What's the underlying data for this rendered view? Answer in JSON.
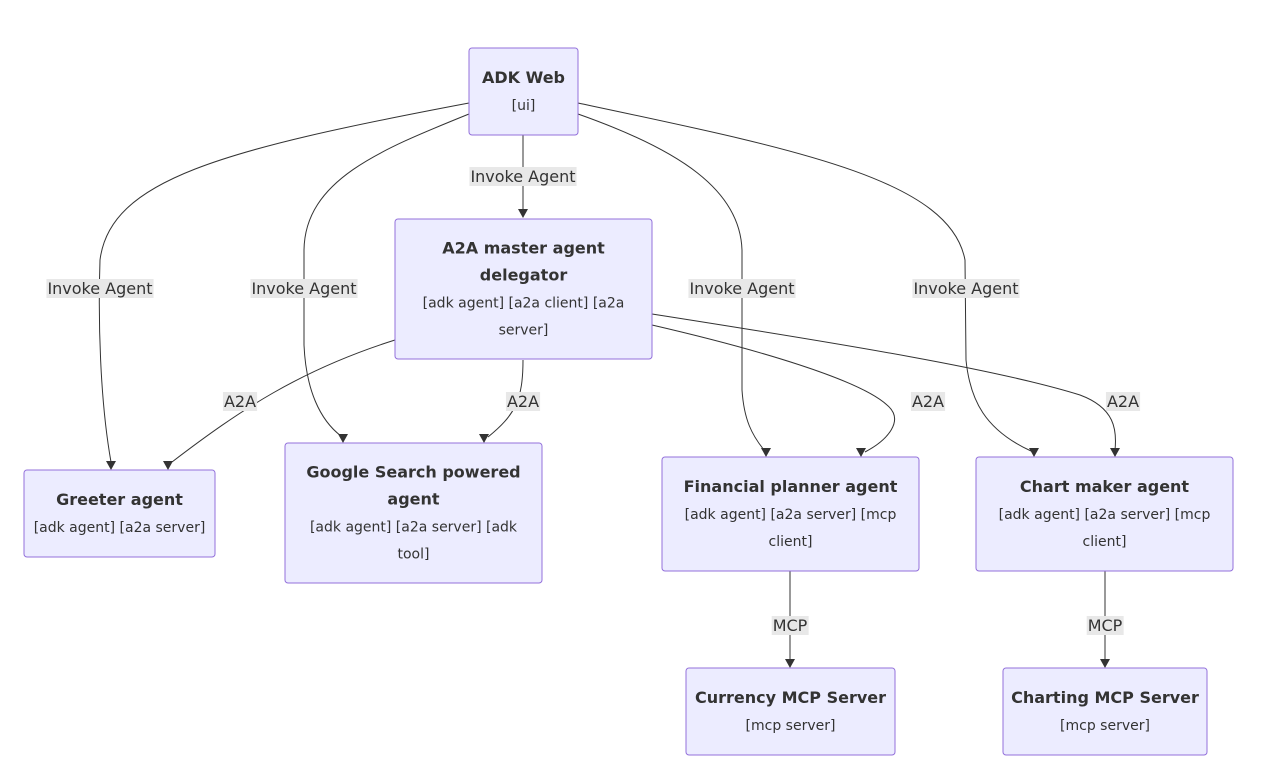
{
  "diagram": {
    "nodes": {
      "adk_web": {
        "title": [
          "ADK Web"
        ],
        "tags": [
          "[ui]"
        ]
      },
      "master": {
        "title": [
          "A2A master agent",
          "delegator"
        ],
        "tags": [
          "[adk agent] [a2a client] [a2a",
          "server]"
        ]
      },
      "greeter": {
        "title": [
          "Greeter agent"
        ],
        "tags": [
          "[adk agent] [a2a server]"
        ]
      },
      "google": {
        "title": [
          "Google Search powered",
          "agent"
        ],
        "tags": [
          "[adk agent] [a2a server] [adk",
          "tool]"
        ]
      },
      "financial": {
        "title": [
          "Financial planner agent"
        ],
        "tags": [
          "[adk agent] [a2a server] [mcp",
          "client]"
        ]
      },
      "chart": {
        "title": [
          "Chart maker agent"
        ],
        "tags": [
          "[adk agent] [a2a server] [mcp",
          "client]"
        ]
      },
      "currency": {
        "title": [
          "Currency MCP Server"
        ],
        "tags": [
          "[mcp server]"
        ]
      },
      "charting": {
        "title": [
          "Charting MCP Server"
        ],
        "tags": [
          "[mcp server]"
        ]
      }
    },
    "edges": {
      "web_master": "Invoke Agent",
      "web_greeter": "Invoke Agent",
      "web_google": "Invoke Agent",
      "web_financial": "Invoke Agent",
      "web_chart": "Invoke Agent",
      "master_greeter": "A2A",
      "master_google": "A2A",
      "master_financial": "A2A",
      "master_chart": "A2A",
      "financial_currency": "MCP",
      "chart_charting": "MCP"
    }
  },
  "colors": {
    "node_fill": "#ececff",
    "node_stroke": "#9370db",
    "edge": "#333333",
    "label_bg": "#e8e8e8",
    "text": "#333333"
  }
}
